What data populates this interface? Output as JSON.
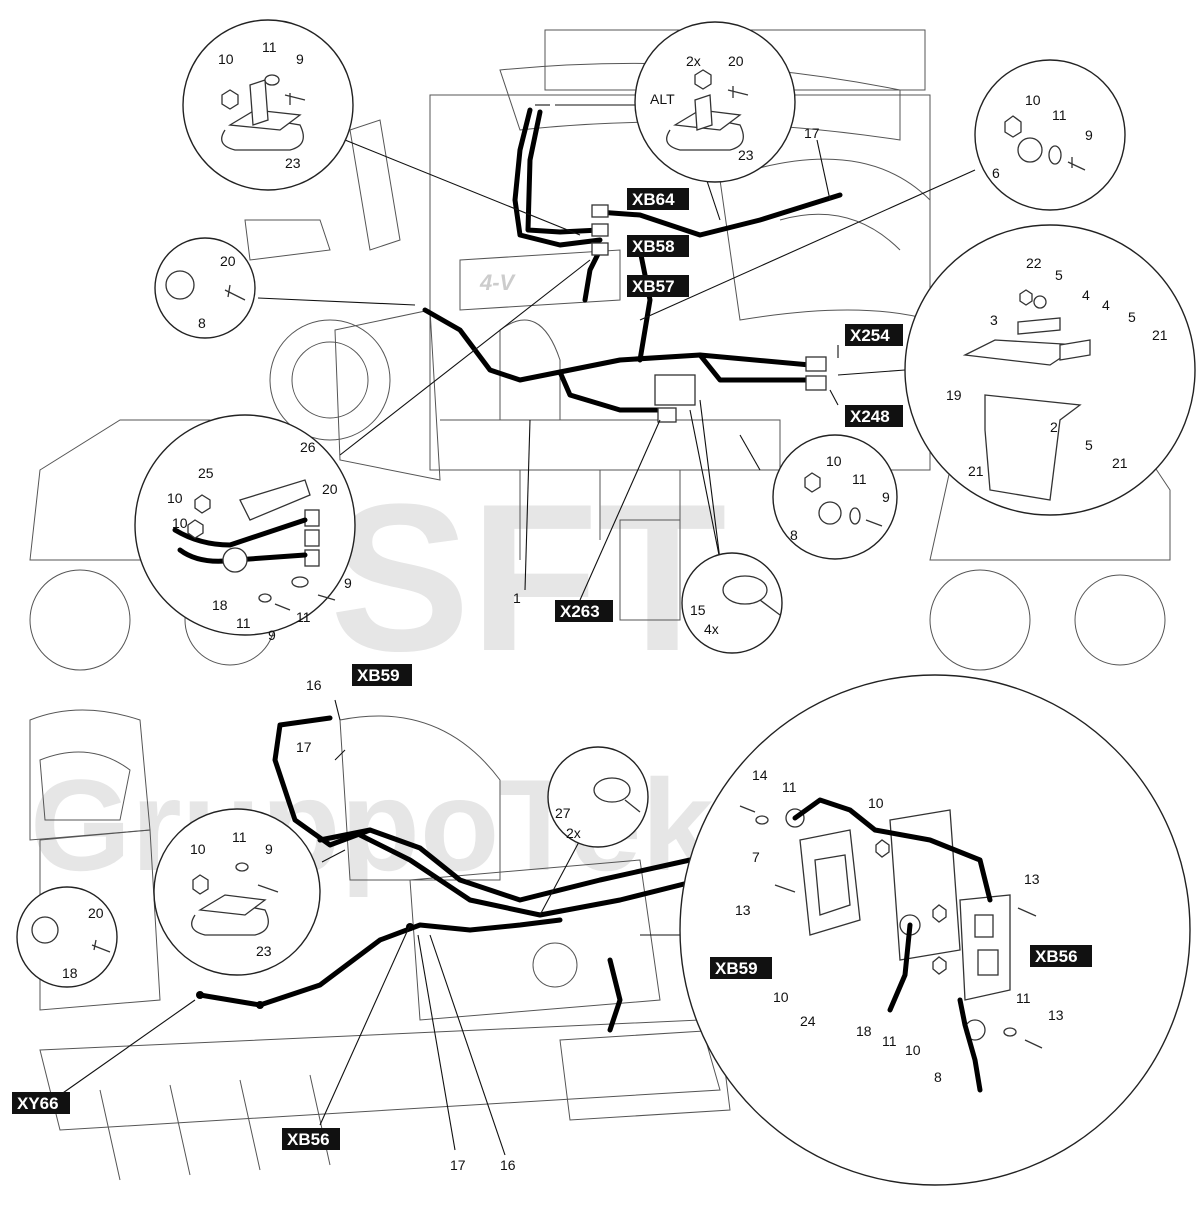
{
  "watermark": {
    "top": "SFT",
    "bottom": "GruppoTek"
  },
  "connectors": {
    "XB64": "XB64",
    "XB58": "XB58",
    "XB57": "XB57",
    "X254": "X254",
    "X248": "X248",
    "X263": "X263",
    "XB59_top": "XB59",
    "XB59_detail": "XB59",
    "XB56_detail": "XB56",
    "XB56_bottom": "XB56",
    "XY66": "XY66"
  },
  "top_left_clamp": {
    "n10": "10",
    "n11": "11",
    "n9": "9",
    "n23": "23"
  },
  "top_center_clamp": {
    "qty": "2x",
    "n20": "20",
    "alt": "ALT",
    "n23": "23"
  },
  "top_right_clip": {
    "n10": "10",
    "n11": "11",
    "n9": "9",
    "n6": "6"
  },
  "left_clip": {
    "n20": "20",
    "n8": "8"
  },
  "bracket_detail": {
    "n22": "22",
    "n5a": "5",
    "n4a": "4",
    "n4b": "4",
    "n3": "3",
    "n5b": "5",
    "n21a": "21",
    "n19": "19",
    "n2": "2",
    "n5c": "5",
    "n21b": "21",
    "n21c": "21"
  },
  "ground_detail": {
    "n26": "26",
    "n25": "25",
    "n20": "20",
    "n10a": "10",
    "n10b": "10",
    "n18": "18",
    "n9a": "9",
    "n11a": "11",
    "n9b": "9",
    "n11b": "11"
  },
  "mid_clip": {
    "n10": "10",
    "n11": "11",
    "n9": "9",
    "n8": "8"
  },
  "tie_top": {
    "n15": "15",
    "qty": "4x"
  },
  "top_misc": {
    "n17": "17",
    "n1": "1"
  },
  "bottom_misc": {
    "n16a": "16",
    "n17a": "17",
    "n17b": "17",
    "n16b": "16"
  },
  "tie_bottom": {
    "n27": "27",
    "qty": "2x"
  },
  "bottom_clamp": {
    "n10": "10",
    "n11": "11",
    "n9": "9",
    "n23": "23"
  },
  "bottom_clip": {
    "n20": "20",
    "n18": "18"
  },
  "module_detail": {
    "n14": "14",
    "n11a": "11",
    "n10a": "10",
    "n7": "7",
    "n13a": "13",
    "n13b": "13",
    "n10b": "10",
    "n24": "24",
    "n18": "18",
    "n11b": "11",
    "n10c": "10",
    "n11c": "11",
    "n13c": "13",
    "n8": "8"
  }
}
